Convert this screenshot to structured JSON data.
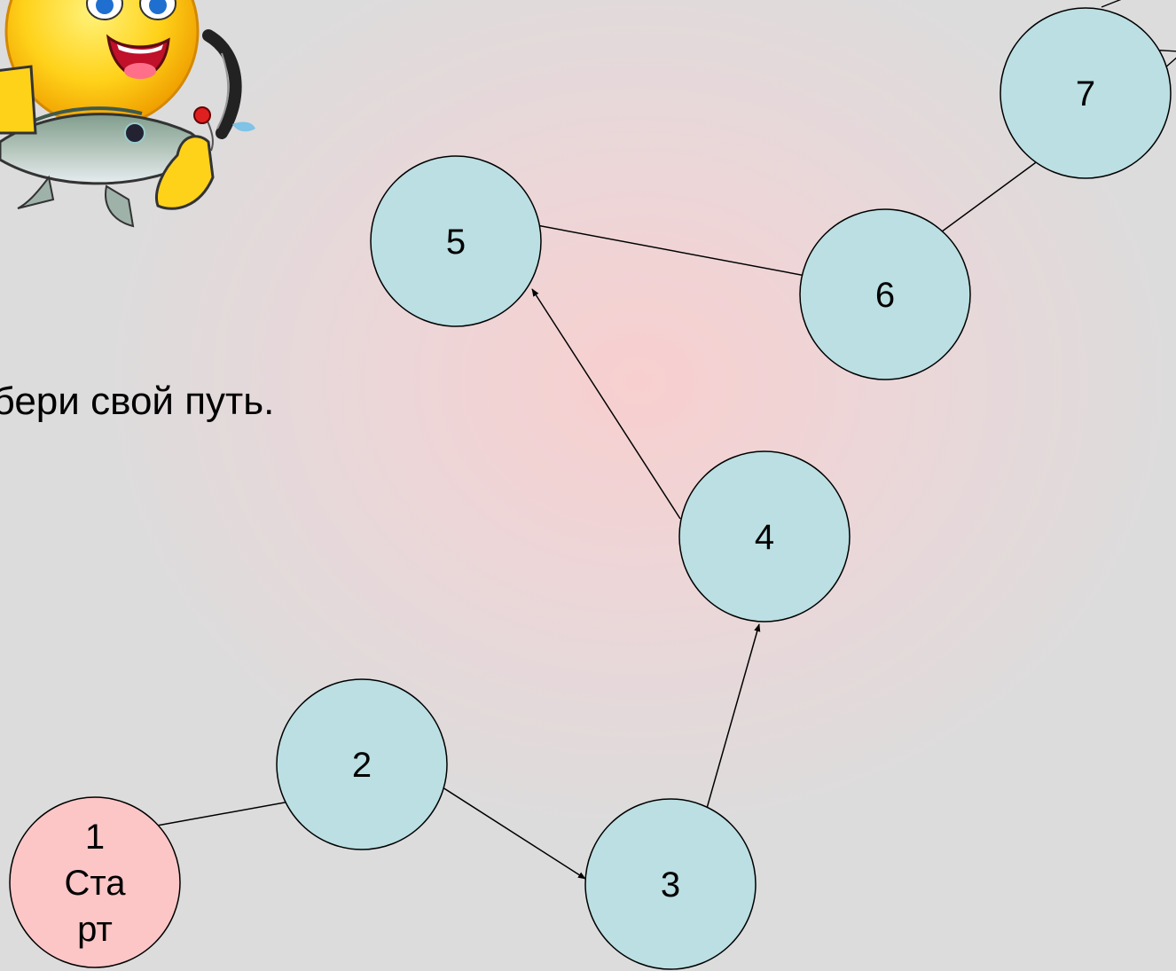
{
  "heading": "ыбери свой путь.",
  "diagram": {
    "nodes": [
      {
        "id": "1",
        "label_lines": [
          "1",
          "Ста",
          "рт"
        ],
        "fill": "#fcc6c6"
      },
      {
        "id": "2",
        "label_lines": [
          "2"
        ],
        "fill": "#bbdfe2"
      },
      {
        "id": "3",
        "label_lines": [
          "3"
        ],
        "fill": "#bbdfe2"
      },
      {
        "id": "4",
        "label_lines": [
          "4"
        ],
        "fill": "#bbdfe2"
      },
      {
        "id": "5",
        "label_lines": [
          "5"
        ],
        "fill": "#bbdfe2"
      },
      {
        "id": "6",
        "label_lines": [
          "6"
        ],
        "fill": "#bbdfe2"
      },
      {
        "id": "7",
        "label_lines": [
          "7"
        ],
        "fill": "#bbdfe2"
      }
    ],
    "edges": [
      {
        "from": "1",
        "to": "2"
      },
      {
        "from": "2",
        "to": "3"
      },
      {
        "from": "3",
        "to": "4"
      },
      {
        "from": "4",
        "to": "5"
      },
      {
        "from": "5",
        "to": "6"
      },
      {
        "from": "6",
        "to": "7"
      }
    ]
  },
  "illustration": {
    "name": "smiling sun holding a fish on a fishing line"
  }
}
